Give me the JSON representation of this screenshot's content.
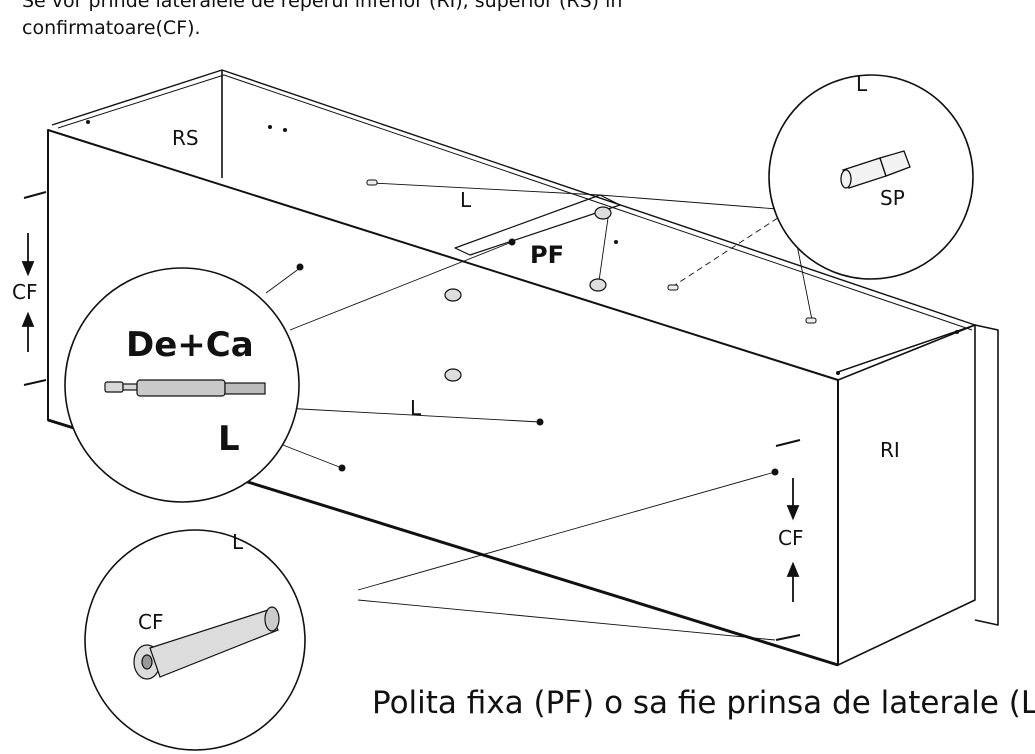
{
  "intro": {
    "line1": "Se vor prinde lateralele de reperul inferior (RI), superior (RS) in",
    "line2": "confirmatoare(CF)."
  },
  "labels": {
    "rs": "RS",
    "ri": "RI",
    "pf": "PF",
    "l_top_mid": "L",
    "l_mid": "L",
    "cf_left": "CF",
    "cf_right": "CF"
  },
  "callouts": {
    "sp": {
      "title": "L",
      "part": "SP"
    },
    "de_ca": {
      "title": "De+Ca",
      "part": "L"
    },
    "cf": {
      "title": "L",
      "part": "CF"
    }
  },
  "note": "Polita fixa (PF) o sa fie prinsa de laterale (L)"
}
